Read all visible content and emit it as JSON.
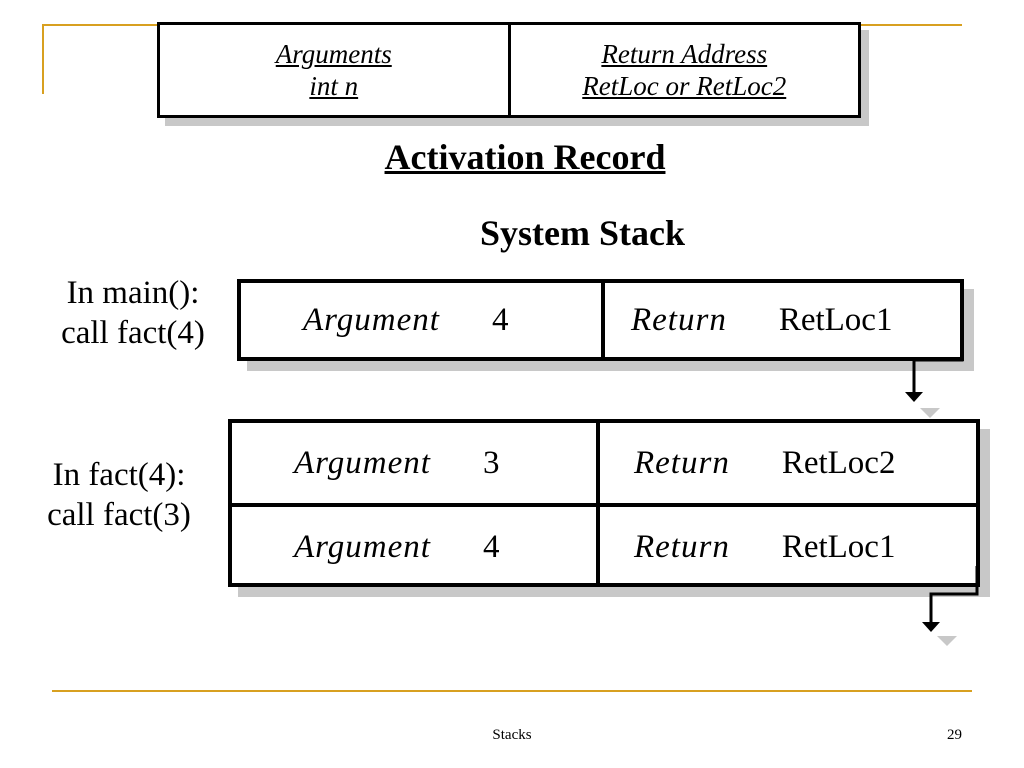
{
  "activation_record": {
    "left_line1": "Arguments",
    "left_line2": "int n",
    "right_line1": "Return Address",
    "right_line2": "RetLoc or RetLoc2",
    "title": "Activation Record"
  },
  "stack": {
    "title": "System Stack"
  },
  "main": {
    "label_line1": "In main():",
    "label_line2": "call  fact(4)",
    "row": {
      "arg_label": "Argument",
      "arg_value": "4",
      "ret_label": "Return",
      "ret_value": "RetLoc1"
    }
  },
  "fact4": {
    "label_line1": "In fact(4):",
    "label_line2": "call  fact(3)",
    "rows": [
      {
        "arg_label": "Argument",
        "arg_value": "3",
        "ret_label": "Return",
        "ret_value": "RetLoc2"
      },
      {
        "arg_label": "Argument",
        "arg_value": "4",
        "ret_label": "Return",
        "ret_value": "RetLoc1"
      }
    ]
  },
  "footer": {
    "title": "Stacks",
    "page": "29"
  },
  "colors": {
    "accent": "#d8a020",
    "shadow": "#c8c8c8"
  }
}
